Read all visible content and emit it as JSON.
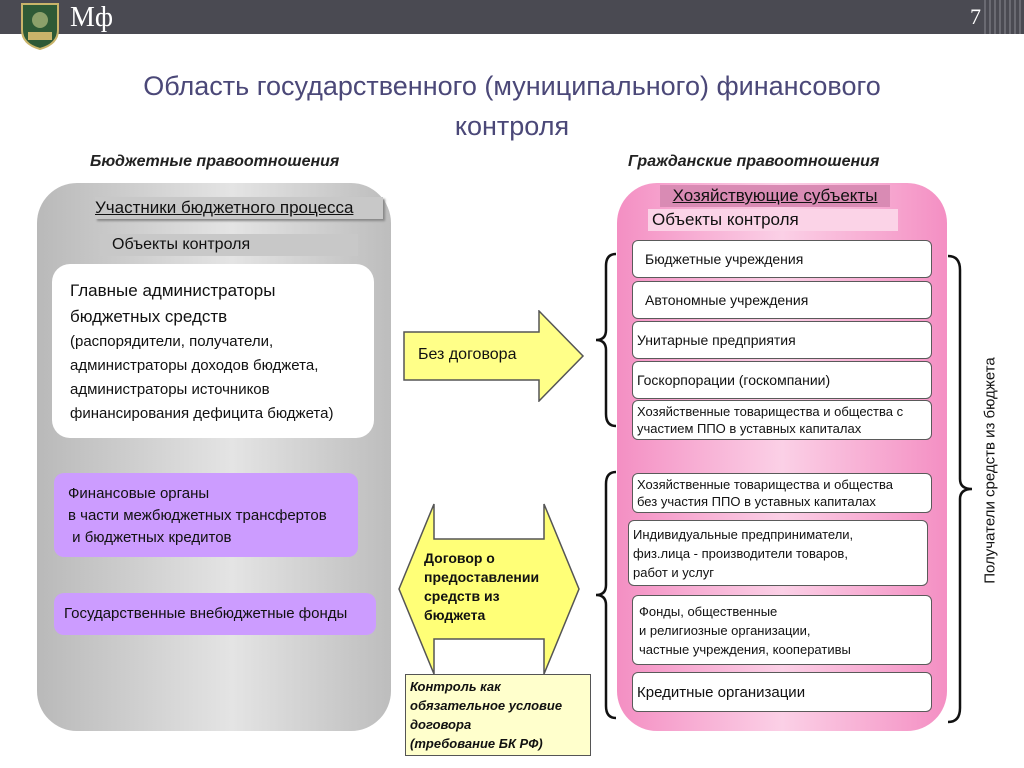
{
  "header": {
    "brand": "Мф",
    "page_number": "7"
  },
  "title_line1": "Область государственного  (муниципального) финансового",
  "title_line2": "контроля",
  "left": {
    "heading": "Бюджетные правоотношения",
    "participants": "Участники бюджетного процесса",
    "objects": "Объекты контроля",
    "main_box": {
      "line1": "Главные администраторы",
      "line2": "бюджетных средств",
      "line3": "(распорядители, получатели,",
      "line4": "администраторы доходов бюджета,",
      "line5": "администраторы источников",
      "line6": "финансирования дефицита бюджета)"
    },
    "fin_bodies": {
      "line1": "Финансовые органы",
      "line2": "в части межбюджетных трансфертов",
      "line3": " и бюджетных кредитов"
    },
    "funds": "Государственные внебюджетные фонды"
  },
  "middle": {
    "no_contract": "Без договора",
    "contract_line1": "Договор о",
    "contract_line2": "предоставлении",
    "contract_line3": "средств из",
    "contract_line4": "бюджета",
    "control_note_line1": "Контроль как",
    "control_note_line2": "обязательное условие",
    "control_note_line3": "договора",
    "control_note_line4": "(требование БК РФ)"
  },
  "right": {
    "heading": "Гражданские правоотношения",
    "entities": "Хозяйствующие субъекты",
    "objects": "Объекты контроля",
    "items": [
      "Бюджетные учреждения",
      "Автономные учреждения",
      "Унитарные предприятия",
      "Госкорпорации (госкомпании)"
    ],
    "item5_line1": "Хозяйственные товарищества и общества с",
    "item5_line2": "участием ППО в уставных капиталах",
    "item6_line1": "Хозяйственные товарищества и общества",
    "item6_line2": "без участия ППО в уставных капиталах",
    "item7_line1": "Индивидуальные предприниматели,",
    "item7_line2": "физ.лица - производители товаров,",
    "item7_line3": "работ и услуг",
    "item8_line1": "Фонды, общественные",
    "item8_line2": "и религиозные организации,",
    "item8_line3": "частные учреждения, кооперативы",
    "item9": "Кредитные организации",
    "side_label": "Получатели средств из бюджета"
  },
  "colors": {
    "left_panel": "#c8c8c8",
    "right_panel": "#f7a8d0",
    "violet": "#cc9cff",
    "arrow_yellow": "#ffff88",
    "title": "#4b4878"
  }
}
